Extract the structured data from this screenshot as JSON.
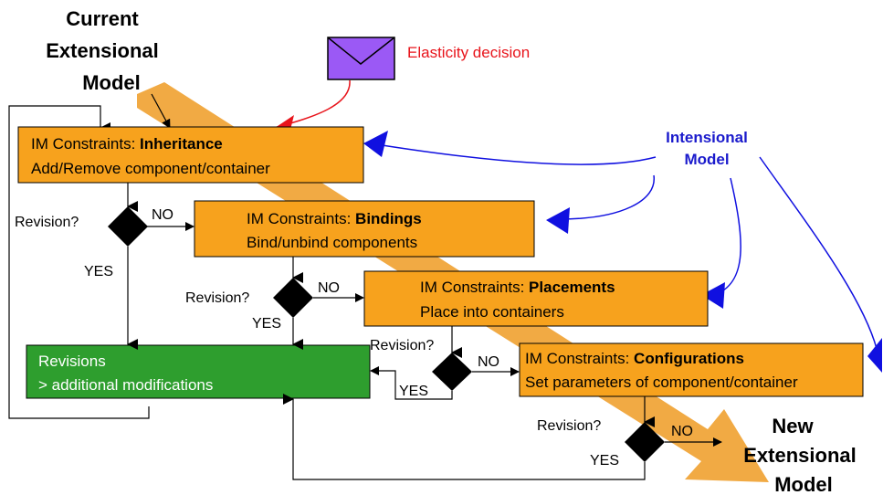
{
  "title_current": [
    "Current",
    "Extensional",
    "Model"
  ],
  "title_new": [
    "New",
    "Extensional",
    "Model"
  ],
  "elasticity_label": "Elasticity decision",
  "intensional_label": [
    "Intensional",
    "Model"
  ],
  "steps": [
    {
      "prefix": "IM Constraints: ",
      "kind": "Inheritance",
      "action": "Add/Remove component/container"
    },
    {
      "prefix": "IM Constraints: ",
      "kind": "Bindings",
      "action": "Bind/unbind components"
    },
    {
      "prefix": "IM Constraints: ",
      "kind": "Placements",
      "action": "Place into containers"
    },
    {
      "prefix": "IM Constraints: ",
      "kind": "Configurations",
      "action": "Set parameters of component/container"
    }
  ],
  "revisions_box": {
    "line1": "Revisions",
    "line2": "> additional modifications"
  },
  "decision_question": "Revision?",
  "yes_label": "YES",
  "no_label": "NO",
  "colors": {
    "step_fill": "#f7a21d",
    "revisions_fill": "#2e9e2e",
    "big_arrow": "#f0a53a",
    "elasticity_text": "#e8141b",
    "intensional_text": "#1a1acc",
    "intensional_arrow": "#1010e0",
    "envelope": "#9b59f5"
  }
}
